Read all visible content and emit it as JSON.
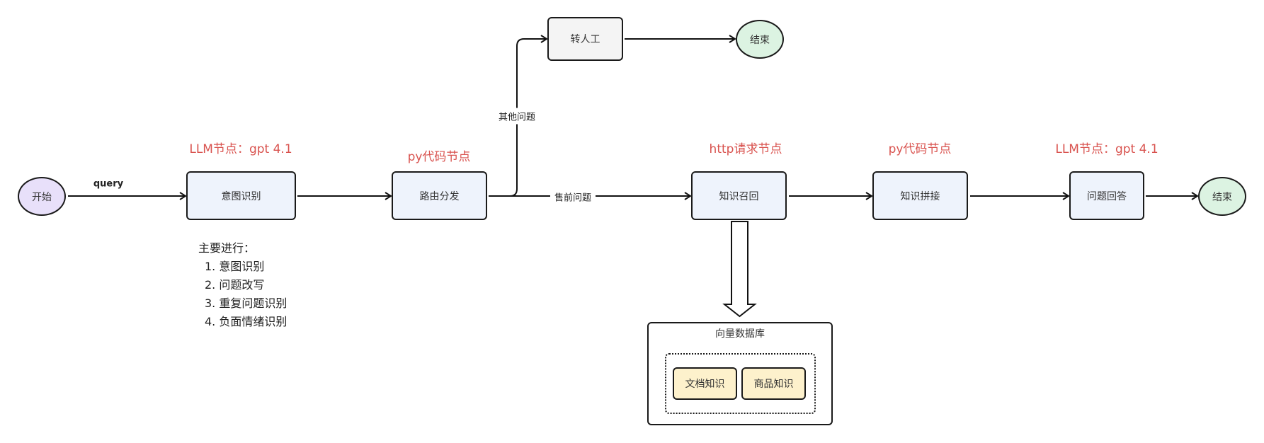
{
  "nodes": {
    "start": "开始",
    "intent": "意图识别",
    "router": "路由分发",
    "human": "转人工",
    "end_top": "结束",
    "recall": "知识召回",
    "concat": "知识拼接",
    "answer": "问题回答",
    "end_main": "结束"
  },
  "annotations": {
    "intent": "LLM节点：gpt 4.1",
    "router": "py代码节点",
    "recall": "http请求节点",
    "concat": "py代码节点",
    "answer": "LLM节点：gpt 4.1"
  },
  "edge_labels": {
    "query": "query",
    "other": "其他问题",
    "presale": "售前问题"
  },
  "intent_notes": {
    "title": "主要进行：",
    "items": [
      "1. 意图识别",
      "2. 问题改写",
      "3. 重复问题识别",
      "4. 负面情绪识别"
    ]
  },
  "vector_db": {
    "title": "向量数据库",
    "items": [
      "文档知识",
      "商品知识"
    ]
  }
}
